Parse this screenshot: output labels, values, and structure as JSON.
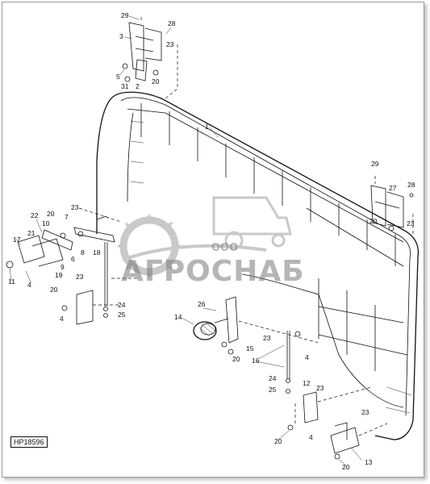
{
  "figure_id": "HP18596",
  "watermark": {
    "prefix": "ООО",
    "brand": "АГРОСНАБ"
  },
  "callouts": {
    "c1": "1",
    "c2": "2",
    "c3": "3",
    "c4a": "4",
    "c4b": "4",
    "c4c": "4",
    "c4d": "4",
    "c5": "5",
    "c6": "6",
    "c7": "7",
    "c8": "8",
    "c9": "9",
    "c10": "10",
    "c11": "11",
    "c12": "12",
    "c13": "13",
    "c14": "14",
    "c15": "15",
    "c16": "16",
    "c17": "17",
    "c18": "18",
    "c19": "19",
    "c20a": "20",
    "c20b": "20",
    "c20c": "20",
    "c20d": "20",
    "c20e": "20",
    "c20f": "20",
    "c20g": "20",
    "c21": "21",
    "c22": "22",
    "c23a": "23",
    "c23b": "23",
    "c23c": "23",
    "c23d": "23",
    "c23e": "23",
    "c23f": "23",
    "c23g": "23",
    "c24a": "24",
    "c24b": "24",
    "c25a": "25",
    "c25b": "25",
    "c26": "26",
    "c27": "27",
    "c28a": "28",
    "c28b": "28",
    "c29a": "29",
    "c29b": "29",
    "c31": "31"
  }
}
